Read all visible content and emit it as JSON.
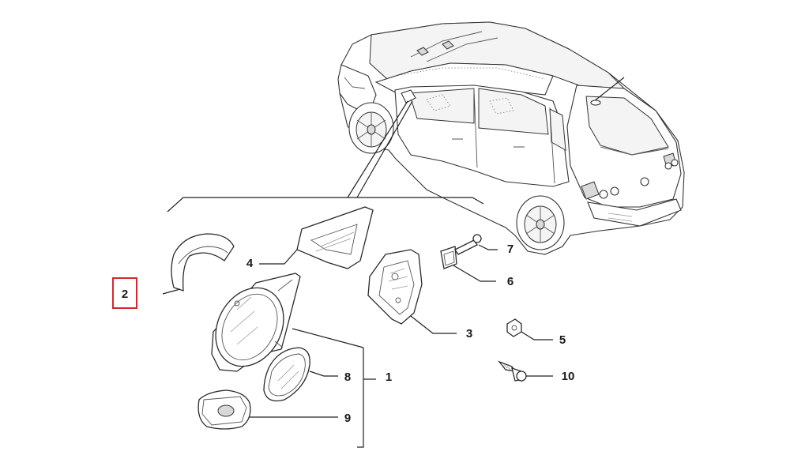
{
  "diagram": {
    "highlight_color": "#d9262c",
    "line_color": "#222222",
    "highlighted_part": "2",
    "labels": {
      "p1": "1",
      "p2": "2",
      "p3": "3",
      "p4": "4",
      "p5": "5",
      "p6": "6",
      "p7": "7",
      "p8": "8",
      "p9": "9",
      "p10": "10"
    }
  }
}
